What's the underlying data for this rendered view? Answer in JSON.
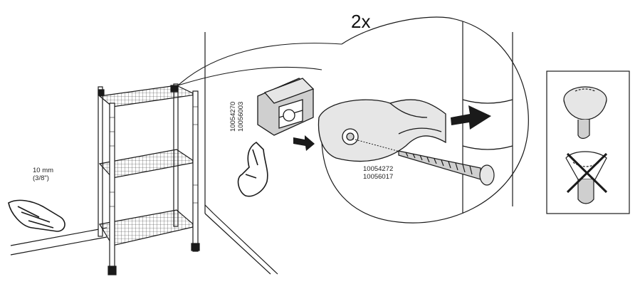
{
  "diagram": {
    "multiplier": "2x",
    "gap_label": {
      "line1": "10 mm",
      "line2": "(3/8\")"
    },
    "clip_part_numbers": [
      "10054270",
      "10056003"
    ],
    "screw_part_numbers": [
      "10054272",
      "10056017"
    ]
  },
  "colors": {
    "stroke": "#1a1a1a",
    "part_fill": "#e6e6e6",
    "shade": "#cfcfcf",
    "background": "#ffffff"
  },
  "icons": [
    "shelf-unit",
    "wall-bracket-clip",
    "wood-screw",
    "hand-pointing-icon",
    "hand-pressing-icon",
    "wall-plug-correct",
    "wall-plug-wrong",
    "cross-icon",
    "arrow-icon"
  ]
}
